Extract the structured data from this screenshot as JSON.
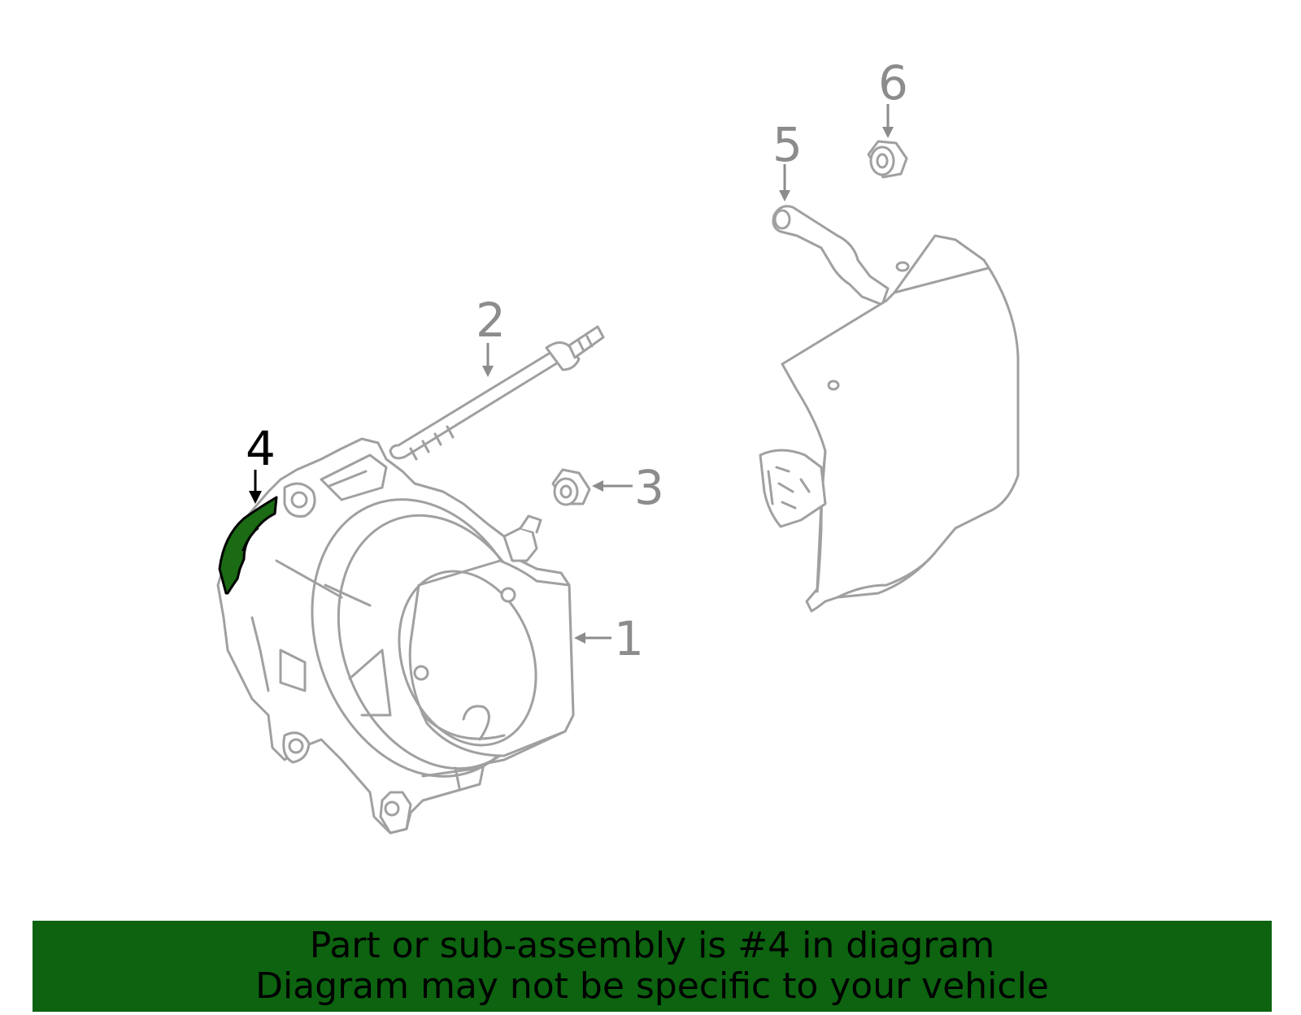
{
  "diagram": {
    "highlight_color": "#1a6b14",
    "line_color": "#a0a0a0",
    "callouts": [
      {
        "id": "1",
        "label": "1",
        "part": "alternator",
        "highlighted": false
      },
      {
        "id": "2",
        "label": "2",
        "part": "long-bolt",
        "highlighted": false
      },
      {
        "id": "3",
        "label": "3",
        "part": "nut",
        "highlighted": false
      },
      {
        "id": "4",
        "label": "4",
        "part": "bracket",
        "highlighted": true
      },
      {
        "id": "5",
        "label": "5",
        "part": "heat-shield-stay",
        "highlighted": false
      },
      {
        "id": "6",
        "label": "6",
        "part": "nut",
        "highlighted": false
      }
    ]
  },
  "banner": {
    "line1": "Part or sub-assembly is #4 in diagram",
    "line2": "Diagram may not be specific to your vehicle",
    "background": "#0d6310"
  }
}
